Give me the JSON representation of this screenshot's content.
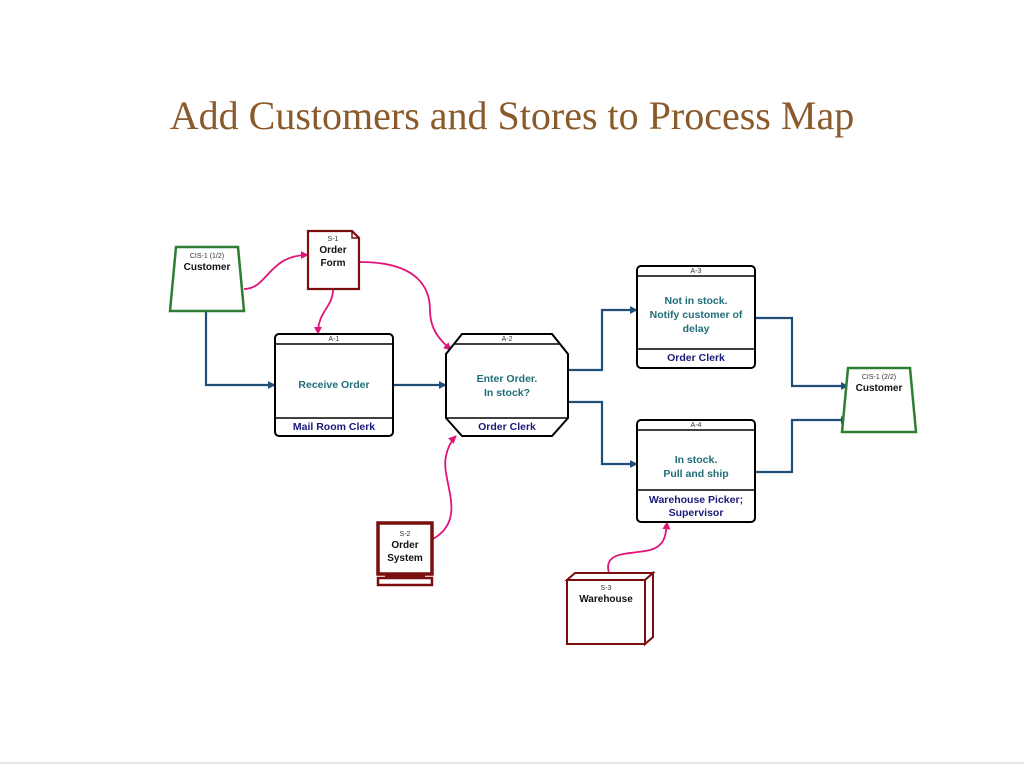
{
  "title": "Add Customers and Stores to Process Map",
  "colors": {
    "title": "#8B5A2B",
    "flow_arrow": "#1F4E79",
    "info_arrow": "#E0157A",
    "activity_border": "#000000",
    "customer_border": "#2E7D32",
    "store_border": "#7A0F0F",
    "activity_text": "#1F6E7A",
    "role_text": "#1a1a7a"
  },
  "customers": [
    {
      "id": "CIS-1 (1/2)",
      "label": "Customer"
    },
    {
      "id": "CIS-1 (2/2)",
      "label": "Customer"
    }
  ],
  "stores": [
    {
      "id": "S-1",
      "line1": "Order",
      "line2": "Form",
      "icon": "document-icon"
    },
    {
      "id": "S-2",
      "line1": "Order",
      "line2": "System",
      "icon": "computer-icon"
    },
    {
      "id": "S-3",
      "line1": "Warehouse",
      "line2": "",
      "icon": "box-icon"
    }
  ],
  "activities": [
    {
      "id": "A-1",
      "lines": [
        "Receive Order"
      ],
      "roles": [
        "Mail Room Clerk"
      ]
    },
    {
      "id": "A-2",
      "lines": [
        "Enter Order.",
        "In stock?"
      ],
      "roles": [
        "Order Clerk"
      ]
    },
    {
      "id": "A-3",
      "lines": [
        "Not in stock.",
        "Notify customer of",
        "delay"
      ],
      "roles": [
        "Order Clerk"
      ]
    },
    {
      "id": "A-4",
      "lines": [
        "In stock.",
        "Pull and ship"
      ],
      "roles": [
        "Warehouse Picker;",
        "Supervisor"
      ]
    }
  ]
}
